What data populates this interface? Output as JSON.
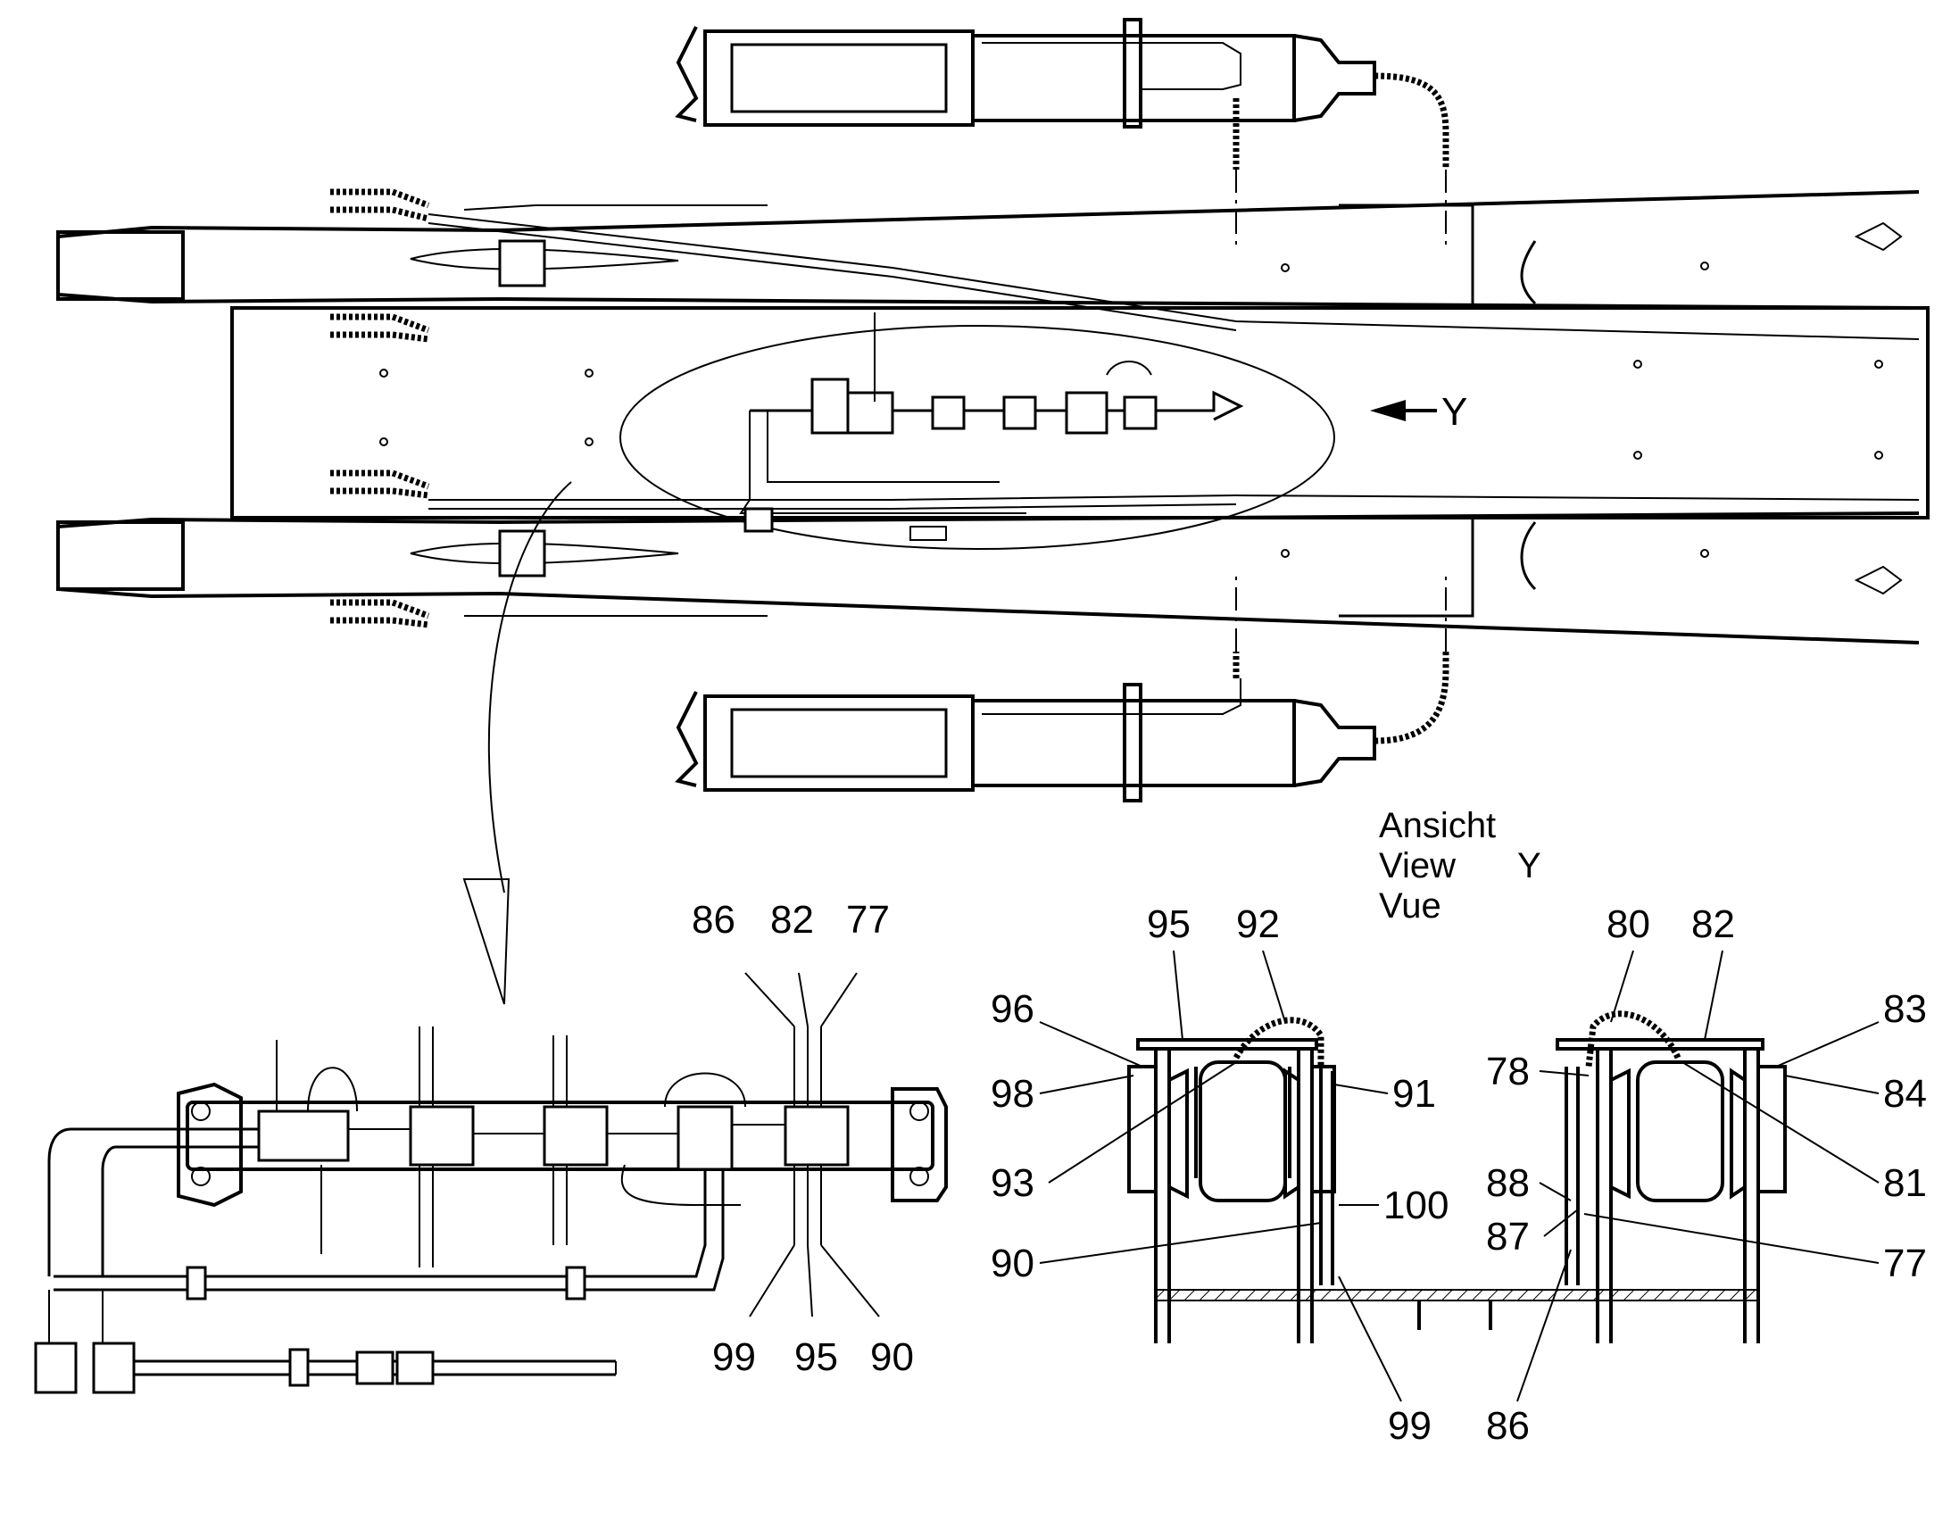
{
  "view_caption": {
    "line1": "Ansicht",
    "line2": "View",
    "line3": "Vue",
    "view_letter": "Y"
  },
  "top_view_marker": "Y",
  "detail_labels": {
    "top": [
      "86",
      "82",
      "77"
    ],
    "bottom": [
      "99",
      "95",
      "90"
    ]
  },
  "view_y_labels": {
    "left_top": [
      "95",
      "92"
    ],
    "left_side": [
      "96",
      "98",
      "93",
      "90"
    ],
    "left_right_side": [
      "91",
      "100"
    ],
    "left_bottom": "99",
    "right_top": [
      "80",
      "82"
    ],
    "right_left_side": [
      "78",
      "88",
      "87"
    ],
    "right_right_side": [
      "83",
      "84",
      "81",
      "77"
    ],
    "right_bottom": "86"
  }
}
